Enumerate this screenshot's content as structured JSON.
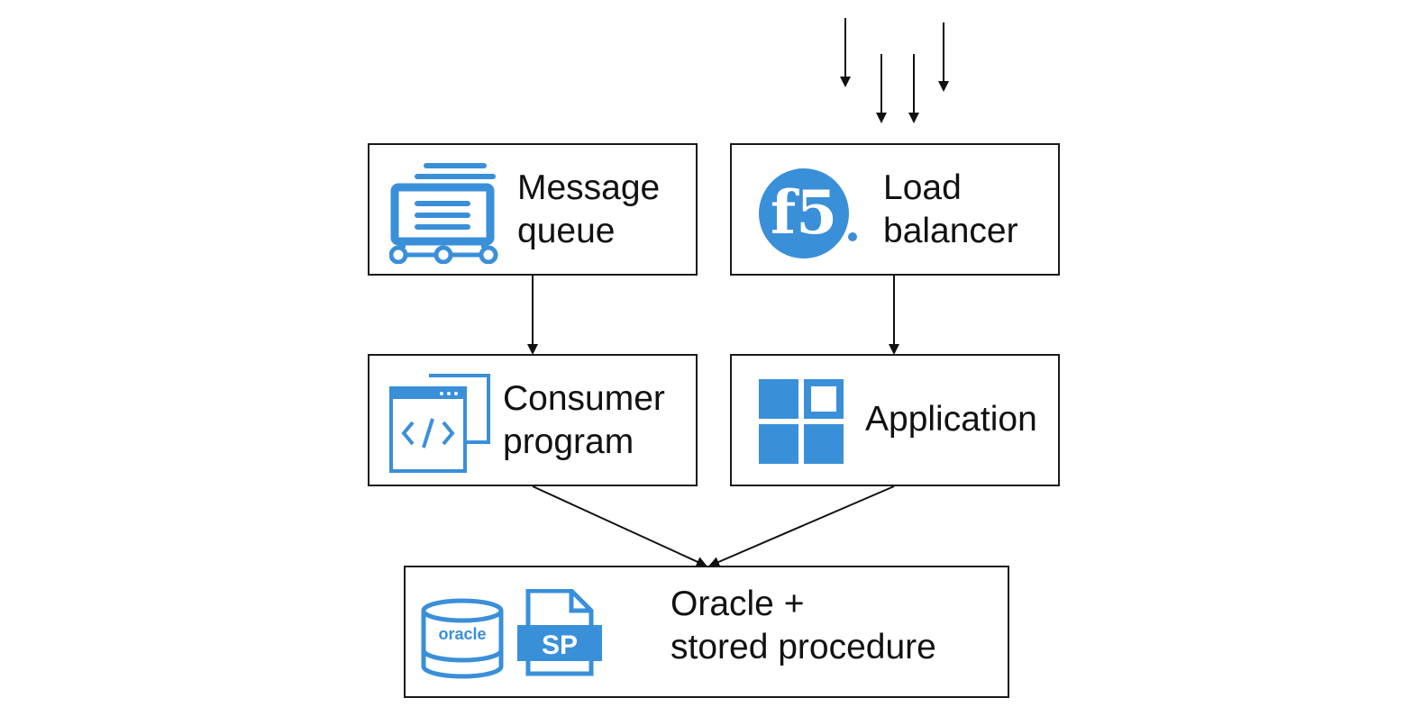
{
  "colors": {
    "icon_blue": "#3a8fd9",
    "line": "#111111",
    "border": "#1a1a1a"
  },
  "nodes": {
    "message_queue": {
      "icon": "message-queue-icon",
      "line1": "Message",
      "line2": "queue"
    },
    "load_balancer": {
      "icon": "f5-logo-icon",
      "logo_text": "f5",
      "line1": "Load",
      "line2": "balancer"
    },
    "consumer_program": {
      "icon": "code-window-icon",
      "line1": "Consumer",
      "line2": "program"
    },
    "application": {
      "icon": "application-grid-icon",
      "line1": "Application"
    },
    "database": {
      "icons": [
        "oracle-database-icon",
        "stored-procedure-file-icon"
      ],
      "oracle_icon_text": "oracle",
      "sp_icon_text": "SP",
      "line1": "Oracle +",
      "line2": "stored procedure"
    }
  },
  "edges": [
    {
      "from": "incoming-traffic",
      "to": "load_balancer"
    },
    {
      "from": "message_queue",
      "to": "consumer_program"
    },
    {
      "from": "load_balancer",
      "to": "application"
    },
    {
      "from": "consumer_program",
      "to": "database"
    },
    {
      "from": "application",
      "to": "database"
    }
  ]
}
